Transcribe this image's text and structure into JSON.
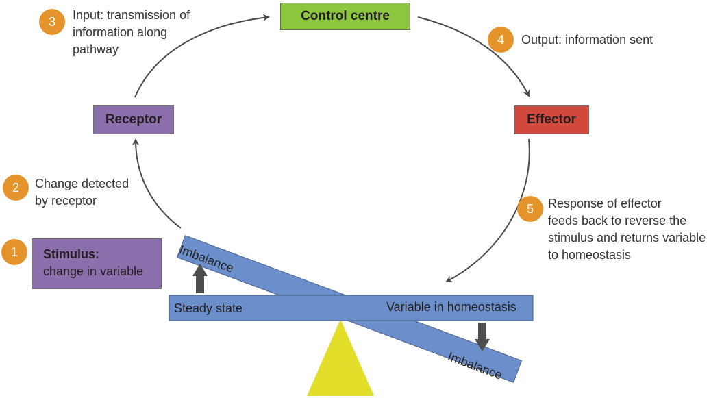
{
  "colors": {
    "control_centre": "#8dc63f",
    "receptor": "#8b6fad",
    "effector": "#d2483d",
    "stimulus": "#8b6fad",
    "step_badge": "#e4942a",
    "beam": "#6b8fcb",
    "fulcrum": "#e3de2a",
    "arrow": "#4a4a4a"
  },
  "boxes": {
    "control_centre": "Control centre",
    "receptor": "Receptor",
    "effector": "Effector"
  },
  "stimulus": {
    "title": "Stimulus:",
    "subtitle": "change in variable"
  },
  "steps": [
    {
      "number": "1",
      "text": ""
    },
    {
      "number": "2",
      "text": "Change detected\nby receptor"
    },
    {
      "number": "3",
      "text": "Input: transmission of\ninformation along\npathway"
    },
    {
      "number": "4",
      "text": "Output: information sent"
    },
    {
      "number": "5",
      "text": "Response of effector\nfeeds back to reverse the\nstimulus and returns variable\nto homeostasis"
    }
  ],
  "balance": {
    "imbalance_top": "Imbalance",
    "imbalance_bottom": "Imbalance",
    "steady_state": "Steady state",
    "variable": "Variable in homeostasis"
  }
}
